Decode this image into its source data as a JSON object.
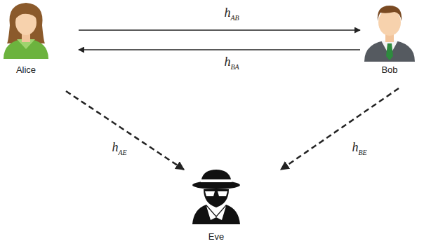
{
  "diagram": {
    "nodes": [
      {
        "text": [
          "Alice"
        ]
      },
      {
        "text": [
          "Bob"
        ]
      },
      {
        "text": [
          "Eve"
        ]
      }
    ],
    "edges": [
      {
        "from": 0,
        "to": 1,
        "label": "hAB",
        "arrow": "to"
      },
      {
        "from": 1,
        "to": 0,
        "label": "hBA",
        "arrow": "to"
      },
      {
        "from": 0,
        "to": 2,
        "label": "hAE",
        "arrow": "to"
      },
      {
        "from": 1,
        "to": 2,
        "label": "hBE",
        "arrow": "to"
      }
    ]
  }
}
